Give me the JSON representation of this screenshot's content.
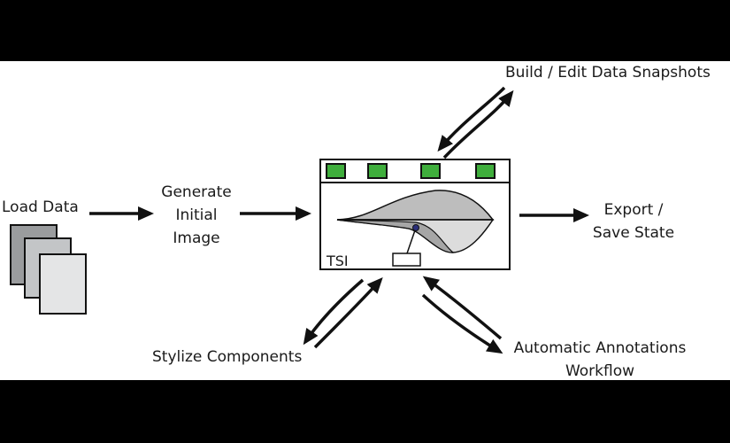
{
  "labels": {
    "load_data": "Load Data",
    "generate_line1": "Generate",
    "generate_line2": "Initial",
    "generate_line3": "Image",
    "export_line1": "Export /",
    "export_line2": "Save State",
    "build_edit": "Build / Edit Data Snapshots",
    "stylize": "Stylize Components",
    "auto_line1": "Automatic Annotations",
    "auto_line2": "Workflow",
    "tsi": "TSI"
  },
  "colors": {
    "background": "#ffffff",
    "letterbox": "#000000",
    "stroke": "#111111",
    "tab_green": "#3fae3c",
    "doc_dark": "#9a9c9e",
    "doc_mid": "#c3c5c7",
    "doc_light": "#e4e5e6",
    "shape_dark": "#bdbdbd",
    "shape_mid": "#a6a6a6",
    "shape_light": "#dcdcdc",
    "dot": "#2b2f7a"
  },
  "icons": {
    "documents": "stacked-documents-icon",
    "tab": "green-tab-icon"
  }
}
